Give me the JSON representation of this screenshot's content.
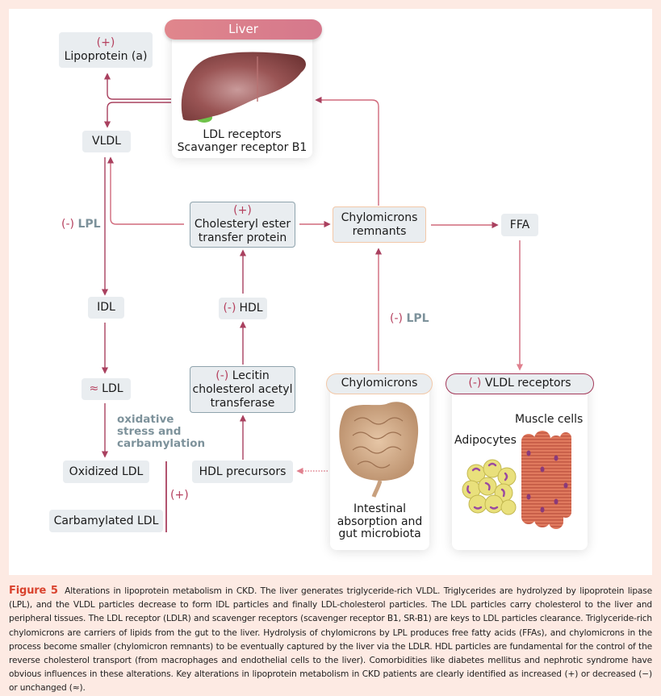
{
  "figure": {
    "colors": {
      "page_background": "#fdeae3",
      "panel_background": "#ffffff",
      "arrow": "#a9405f",
      "node_fill": "#e9edf0",
      "liver_banner": "#dc808c",
      "modifier_red": "#b5405e",
      "enzyme_grey": "#7d929b",
      "figure_label": "#d9432e"
    },
    "liver_card": {
      "banner": "Liver",
      "line1": "LDL receptors",
      "line2": "Scavanger receptor B1",
      "icon": "liver-illustration"
    },
    "nodes": {
      "lpa": {
        "modifier": "(+)",
        "label": "Lipoprotein (a)"
      },
      "vldl": {
        "label": "VLDL"
      },
      "idl": {
        "label": "IDL"
      },
      "ldl": {
        "modifier": "≈",
        "label": "LDL"
      },
      "oxidized_ldl": {
        "label": "Oxidized LDL"
      },
      "carbamylated_ldl": {
        "label": "Carbamylated LDL"
      },
      "cetp": {
        "modifier": "(+)",
        "line1": "Cholesteryl ester",
        "line2": "transfer protein"
      },
      "hdl": {
        "modifier": "(-)",
        "label": "HDL"
      },
      "lcat": {
        "modifier": "(-)",
        "line1": "Lecitin",
        "line2": "cholesterol acetyl",
        "line3": "transferase"
      },
      "hdl_precursors": {
        "label": "HDL precursors"
      },
      "chylo_remnants": {
        "line1": "Chylomicrons",
        "line2": "remnants"
      },
      "ffa": {
        "label": "FFA"
      }
    },
    "edge_labels": {
      "lpl_left": {
        "modifier": "(-)",
        "label": "LPL"
      },
      "lpl_right": {
        "modifier": "(-)",
        "label": "LPL"
      },
      "oxidative": {
        "line1": "oxidative",
        "line2": "stress and",
        "line3": "carbamylation"
      },
      "bracket_plus": "(+)"
    },
    "chylomicrons_card": {
      "banner": "Chylomicrons",
      "line1": "Intestinal",
      "line2": "absorption and",
      "line3": "gut microbiota",
      "icon": "intestine-illustration"
    },
    "vldl_receptors_card": {
      "modifier": "(-)",
      "banner": "VLDL receptors",
      "muscle_label": "Muscle cells",
      "adipo_label": "Adipocytes",
      "icons": [
        "adipocytes-illustration",
        "muscle-cells-illustration"
      ]
    }
  },
  "caption": {
    "label": "Figure 5",
    "text": "Alterations in lipoprotein metabolism in CKD. The liver generates triglyceride-rich VLDL. Triglycerides are hydrolyzed by lipoprotein lipase (LPL), and the VLDL particles decrease to form IDL particles and finally LDL-cholesterol particles. The LDL particles carry cholesterol to the liver and peripheral tissues. The LDL receptor (LDLR) and scavenger receptors (scavenger receptor B1, SR-B1) are keys to LDL particles clearance. Triglyceride-rich chylomicrons are carriers of lipids from the gut to the liver. Hydrolysis of chylomicrons by LPL produces free fatty acids (FFAs), and chylomicrons in the process become smaller (chylomicron remnants) to be eventually captured by the liver via the LDLR. HDL particles are fundamental for the control of the reverse cholesterol transport (from macrophages and endothelial cells to the liver). Comorbidities like diabetes mellitus and nephrotic syndrome have obvious influences in these alterations. Key alterations in lipoprotein metabolism in CKD patients are clearly identified as increased (+) or decreased (−) or unchanged (≈)."
  }
}
